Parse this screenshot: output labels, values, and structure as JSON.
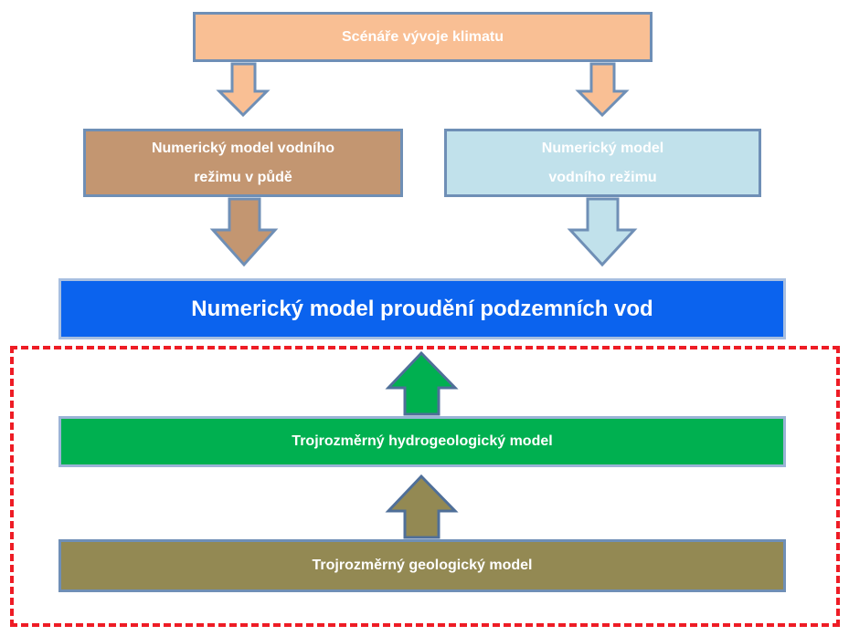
{
  "nodes": {
    "climate": {
      "label": "Scénáře vývoje klimatu",
      "fill": "#f9bf94"
    },
    "soil_model": {
      "lines": [
        "Numerický model vodního",
        "režimu v půdě"
      ],
      "fill": "#c39671"
    },
    "water_model": {
      "lines": [
        "Numerický model",
        "vodního režimu"
      ],
      "fill": "#c1e1eb"
    },
    "groundwater_model": {
      "label": "Numerický model proudění podzemních vod",
      "fill": "#0b63ee"
    },
    "hydrogeological_model": {
      "label": "Trojrozměrný hydrogeologický model",
      "fill": "#00b050"
    },
    "geological_model": {
      "label": "Trojrozměrný geologický model",
      "fill": "#938953"
    }
  },
  "arrows": [
    {
      "from": "climate",
      "to": "soil_model",
      "fill": "#f9bf94"
    },
    {
      "from": "climate",
      "to": "water_model",
      "fill": "#f9bf94"
    },
    {
      "from": "soil_model",
      "to": "groundwater_model",
      "fill": "#c39671"
    },
    {
      "from": "water_model",
      "to": "groundwater_model",
      "fill": "#c1e1eb"
    },
    {
      "from": "hydrogeological_model",
      "to": "groundwater_model",
      "fill": "#00b050"
    },
    {
      "from": "geological_model",
      "to": "hydrogeological_model",
      "fill": "#938953"
    }
  ],
  "highlight": {
    "style": "dashed",
    "color": "#ee1c25"
  }
}
